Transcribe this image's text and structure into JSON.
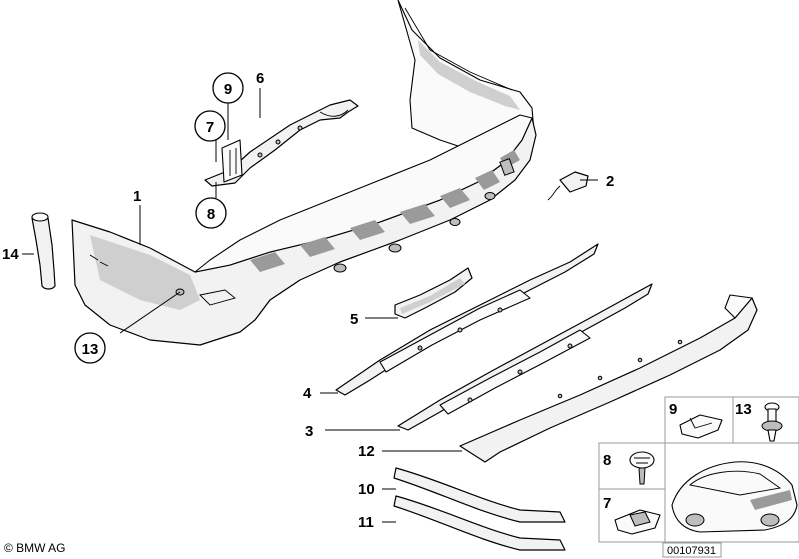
{
  "diagram": {
    "part_labels": [
      "1",
      "2",
      "3",
      "4",
      "5",
      "6",
      "10",
      "11",
      "12",
      "14"
    ],
    "circled_labels": [
      "9",
      "7",
      "8",
      "13"
    ],
    "small_part_labels": [
      "9",
      "13",
      "8",
      "7"
    ]
  },
  "footer": {
    "copyright": "© BMW AG",
    "doc_number": "00107931"
  }
}
